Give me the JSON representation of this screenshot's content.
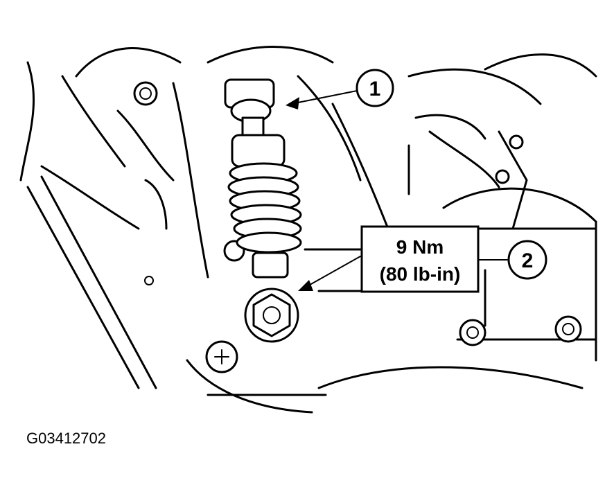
{
  "figure_id": "G03412702",
  "callouts": [
    {
      "number": "1"
    },
    {
      "number": "2"
    }
  ],
  "torque_spec": {
    "line1": "9 Nm",
    "line2": "(80 lb-in)"
  }
}
